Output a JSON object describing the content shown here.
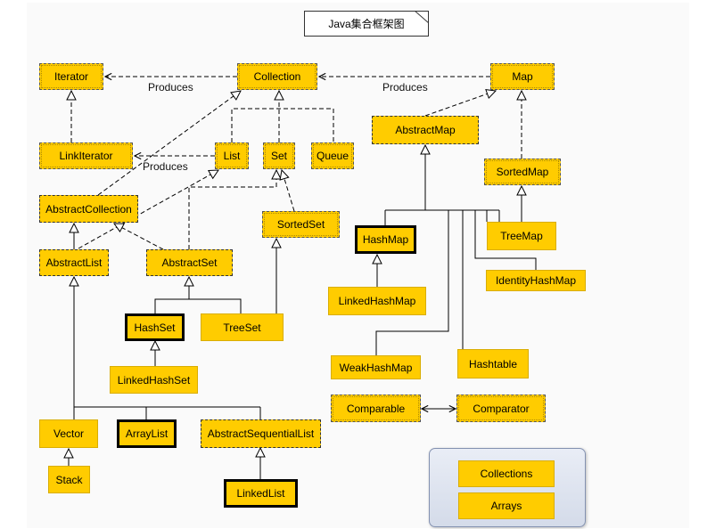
{
  "title": "Java集合框架图",
  "labels": {
    "produces_iterator": "Produces",
    "produces_map": "Produces",
    "produces_listiterator": "Produces"
  },
  "nodes": {
    "iterator": "Iterator",
    "collection": "Collection",
    "map": "Map",
    "linkiterator": "LinkIterator",
    "list": "List",
    "set": "Set",
    "queue": "Queue",
    "abstractmap": "AbstractMap",
    "sortedmap": "SortedMap",
    "abstractcollection": "AbstractCollection",
    "sortedset": "SortedSet",
    "abstractlist": "AbstractList",
    "abstractset": "AbstractSet",
    "hashmap": "HashMap",
    "treemap": "TreeMap",
    "identityhashmap": "IdentityHashMap",
    "linkedhashmap": "LinkedHashMap",
    "hashset": "HashSet",
    "treeset": "TreeSet",
    "linkedhashset": "LinkedHashSet",
    "weakhashmap": "WeakHashMap",
    "hashtable": "Hashtable",
    "comparable": "Comparable",
    "comparator": "Comparator",
    "vector": "Vector",
    "arraylist": "ArrayList",
    "abstractsequentiallist": "AbstractSequentialList",
    "stack": "Stack",
    "linkedlist": "LinkedList",
    "collections": "Collections",
    "arrays": "Arrays"
  },
  "colors": {
    "node_fill": "#ffcc00",
    "panel_fill": "#dfe5f0",
    "line": "#000000"
  }
}
